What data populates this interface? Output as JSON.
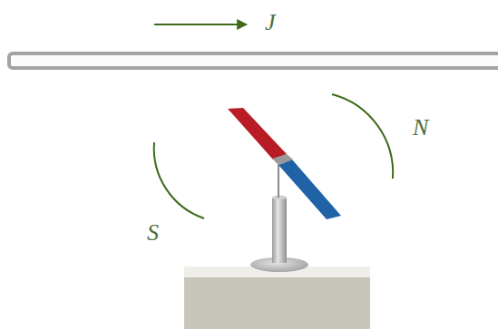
{
  "diagram": {
    "labels": [
      "J",
      "N",
      "S"
    ]
  }
}
